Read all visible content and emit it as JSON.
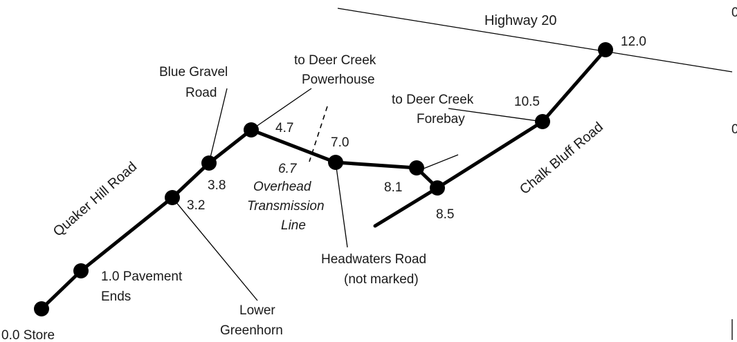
{
  "roads": {
    "highway": "Highway 20",
    "quaker": "Quaker Hill Road",
    "chalk": "Chalk Bluff Road"
  },
  "labels": {
    "store": "0.0 Store",
    "pavement_1": "1.0 Pavement",
    "pavement_2": "Ends",
    "m32": "3.2",
    "m38": "3.8",
    "m47": "4.7",
    "m67": "6.7",
    "m70": "7.0",
    "m81": "8.1",
    "m85": "8.5",
    "m105": "10.5",
    "m120": "12.0",
    "blue_gravel_1": "Blue Gravel",
    "blue_gravel_2": "Road",
    "powerhouse_1": "to Deer Creek",
    "powerhouse_2": "Powerhouse",
    "forebay_1": "to Deer Creek",
    "forebay_2": "Forebay",
    "transmission_1": "Overhead",
    "transmission_2": "Transmission",
    "transmission_3": "Line",
    "headwaters_1": "Headwaters Road",
    "headwaters_2": "(not marked)",
    "greenhorn_1": "Lower",
    "greenhorn_2": "Greenhorn",
    "edge_top": "0",
    "edge_mid": "0"
  }
}
